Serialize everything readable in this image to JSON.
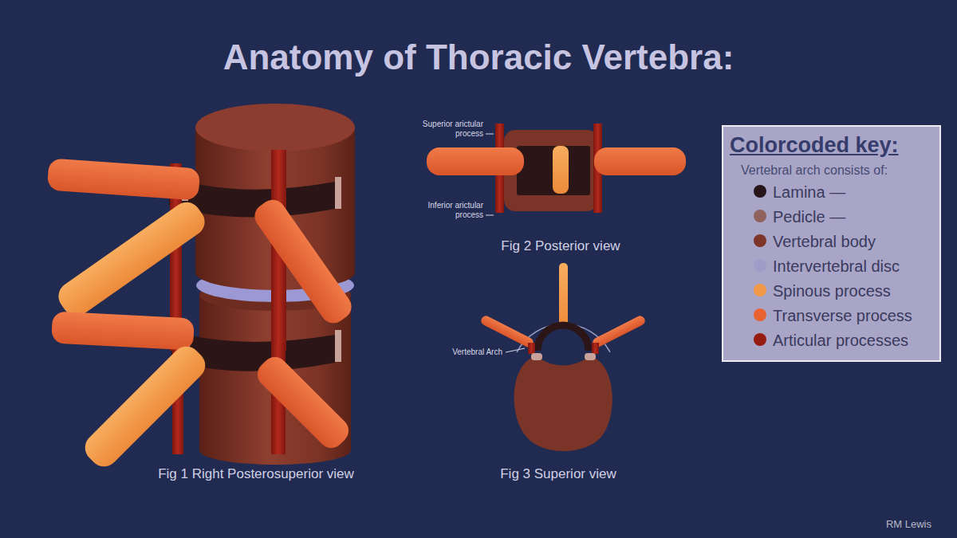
{
  "diagram": {
    "title": "Anatomy of Thoracic Vertebra:",
    "nodes": [
      {
        "text": [
          "Colorcoded key:",
          "Vertebral arch consists of:"
        ]
      }
    ],
    "labels": [
      "Superior arictular process",
      "Inferior arictular process",
      "Fig 2 Posterior view",
      "Vertebral Arch",
      "Fig 1 Right Posterosuperior view",
      "Fig 3 Superior view",
      "RM Lewis"
    ],
    "legend": [
      {
        "text": "Lamina —",
        "color": "#28151a"
      },
      {
        "text": "Pedicle —",
        "color": "#8f625c"
      },
      {
        "text": "Vertebral body",
        "color": "#7d3529"
      },
      {
        "text": "Intervertebral disc",
        "color": "#a09cc8"
      },
      {
        "text": "Spinous process",
        "color": "#f29a4a"
      },
      {
        "text": "Transverse process",
        "color": "#e8632f"
      },
      {
        "text": "Articular processes",
        "color": "#961b11"
      }
    ]
  }
}
